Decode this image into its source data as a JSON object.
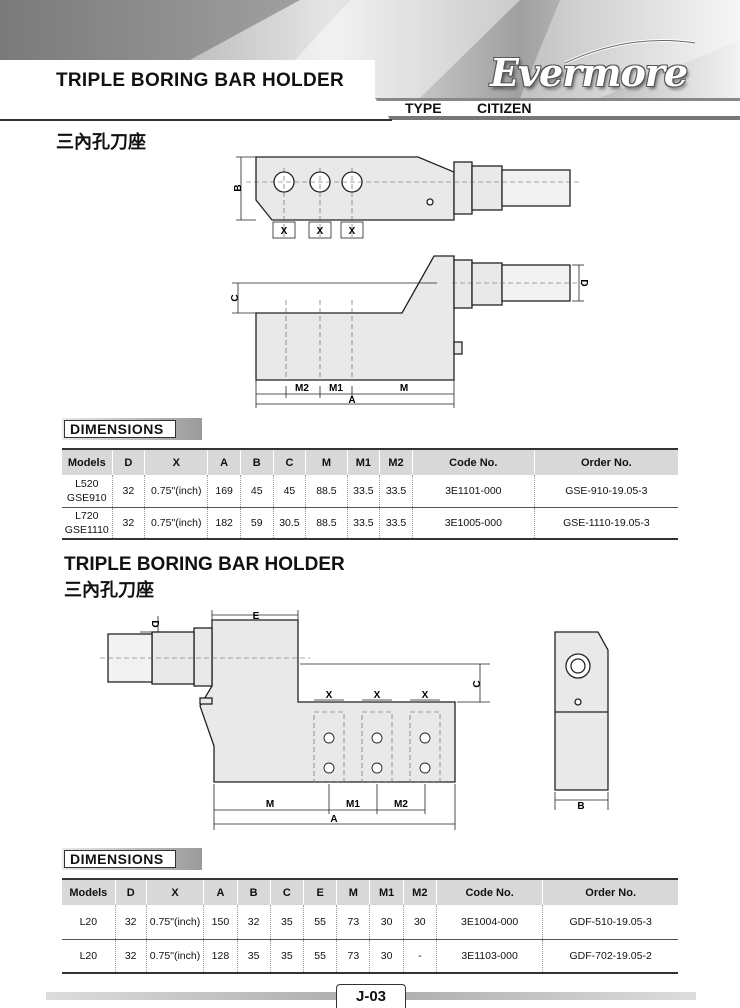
{
  "header": {
    "title": "TRIPLE BORING BAR HOLDER",
    "brand": "Evermore",
    "type_label": "TYPE",
    "type_value": "CITIZEN"
  },
  "section1": {
    "chinese_title": "三內孔刀座",
    "drawing_labels": {
      "b": "B",
      "x": "X",
      "c": "C",
      "d": "D",
      "m2": "M2",
      "m1": "M1",
      "m": "M",
      "a": "A"
    },
    "dimensions_label": "DIMENSIONS",
    "table": {
      "headers": [
        "Models",
        "D",
        "X",
        "A",
        "B",
        "C",
        "M",
        "M1",
        "M2",
        "Code No.",
        "Order No."
      ],
      "rows": [
        {
          "models": [
            "L520",
            "GSE910"
          ],
          "d": "32",
          "x": "0.75\"(inch)",
          "a": "169",
          "b": "45",
          "c": "45",
          "m": "88.5",
          "m1": "33.5",
          "m2": "33.5",
          "code": "3E1101-000",
          "order": "GSE-910-19.05-3"
        },
        {
          "models": [
            "L720",
            "GSE1110"
          ],
          "d": "32",
          "x": "0.75\"(inch)",
          "a": "182",
          "b": "59",
          "c": "30.5",
          "m": "88.5",
          "m1": "33.5",
          "m2": "33.5",
          "code": "3E1005-000",
          "order": "GSE-1110-19.05-3"
        }
      ]
    }
  },
  "section2": {
    "title": "TRIPLE BORING BAR HOLDER",
    "chinese_title": "三內孔刀座",
    "drawing_labels": {
      "e": "E",
      "d": "D",
      "c": "C",
      "x": "X",
      "m": "M",
      "m1": "M1",
      "m2": "M2",
      "a": "A",
      "b": "B"
    },
    "dimensions_label": "DIMENSIONS",
    "table": {
      "headers": [
        "Models",
        "D",
        "X",
        "A",
        "B",
        "C",
        "E",
        "M",
        "M1",
        "M2",
        "Code No.",
        "Order No."
      ],
      "rows": [
        {
          "model": "L20",
          "d": "32",
          "x": "0.75\"(inch)",
          "a": "150",
          "b": "32",
          "c": "35",
          "e": "55",
          "m": "73",
          "m1": "30",
          "m2": "30",
          "code": "3E1004-000",
          "order": "GDF-510-19.05-3"
        },
        {
          "model": "L20",
          "d": "32",
          "x": "0.75\"(inch)",
          "a": "128",
          "b": "35",
          "c": "35",
          "e": "55",
          "m": "73",
          "m1": "30",
          "m2": "-",
          "code": "3E1103-000",
          "order": "GDF-702-19.05-2"
        }
      ]
    }
  },
  "footer": {
    "page": "J-03"
  },
  "colors": {
    "accent": "#333333",
    "table_header": "#d8d8d8"
  }
}
